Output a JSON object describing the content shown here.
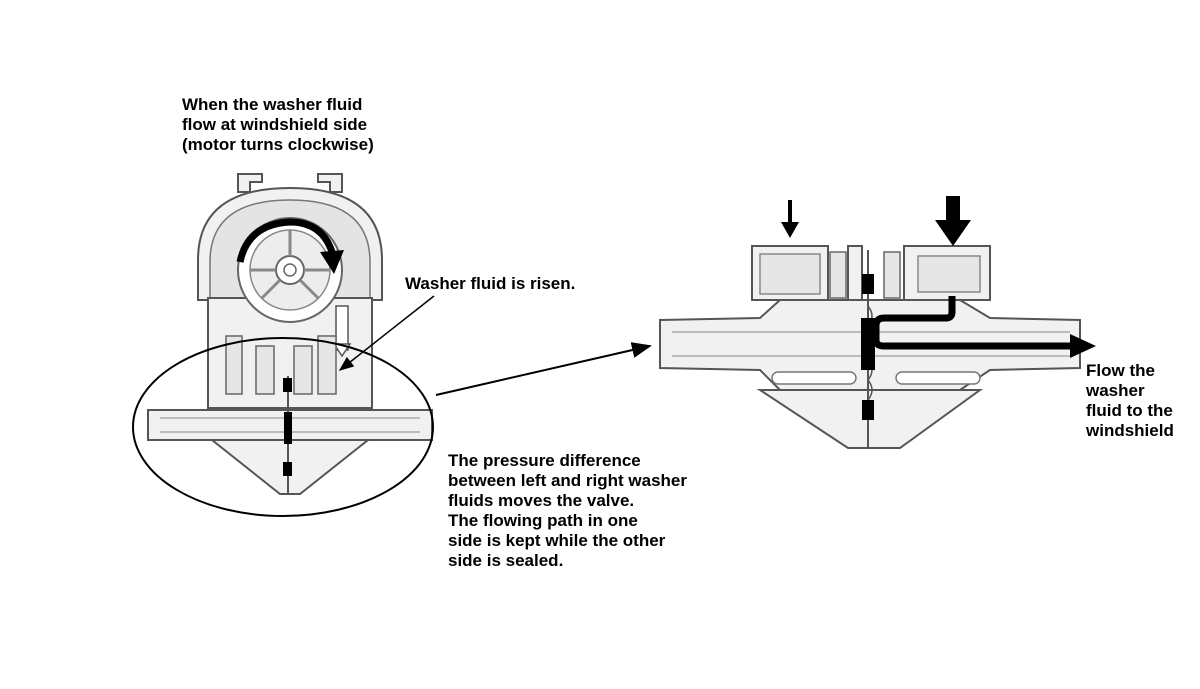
{
  "labels": {
    "title": "When the washer fluid\nflow at windshield side\n(motor turns clockwise)",
    "risen": "Washer fluid is risen.",
    "pressure": "The pressure difference\nbetween left and right washer\nfluids moves the valve.\nThe flowing path in one\nside is kept while the other\nside is sealed.",
    "flow": "Flow the\nwasher\nfluid to the\nwindshield"
  },
  "colors": {
    "line": "#000000",
    "body": "#f1f1f1",
    "shade": "#d9d9d9"
  }
}
